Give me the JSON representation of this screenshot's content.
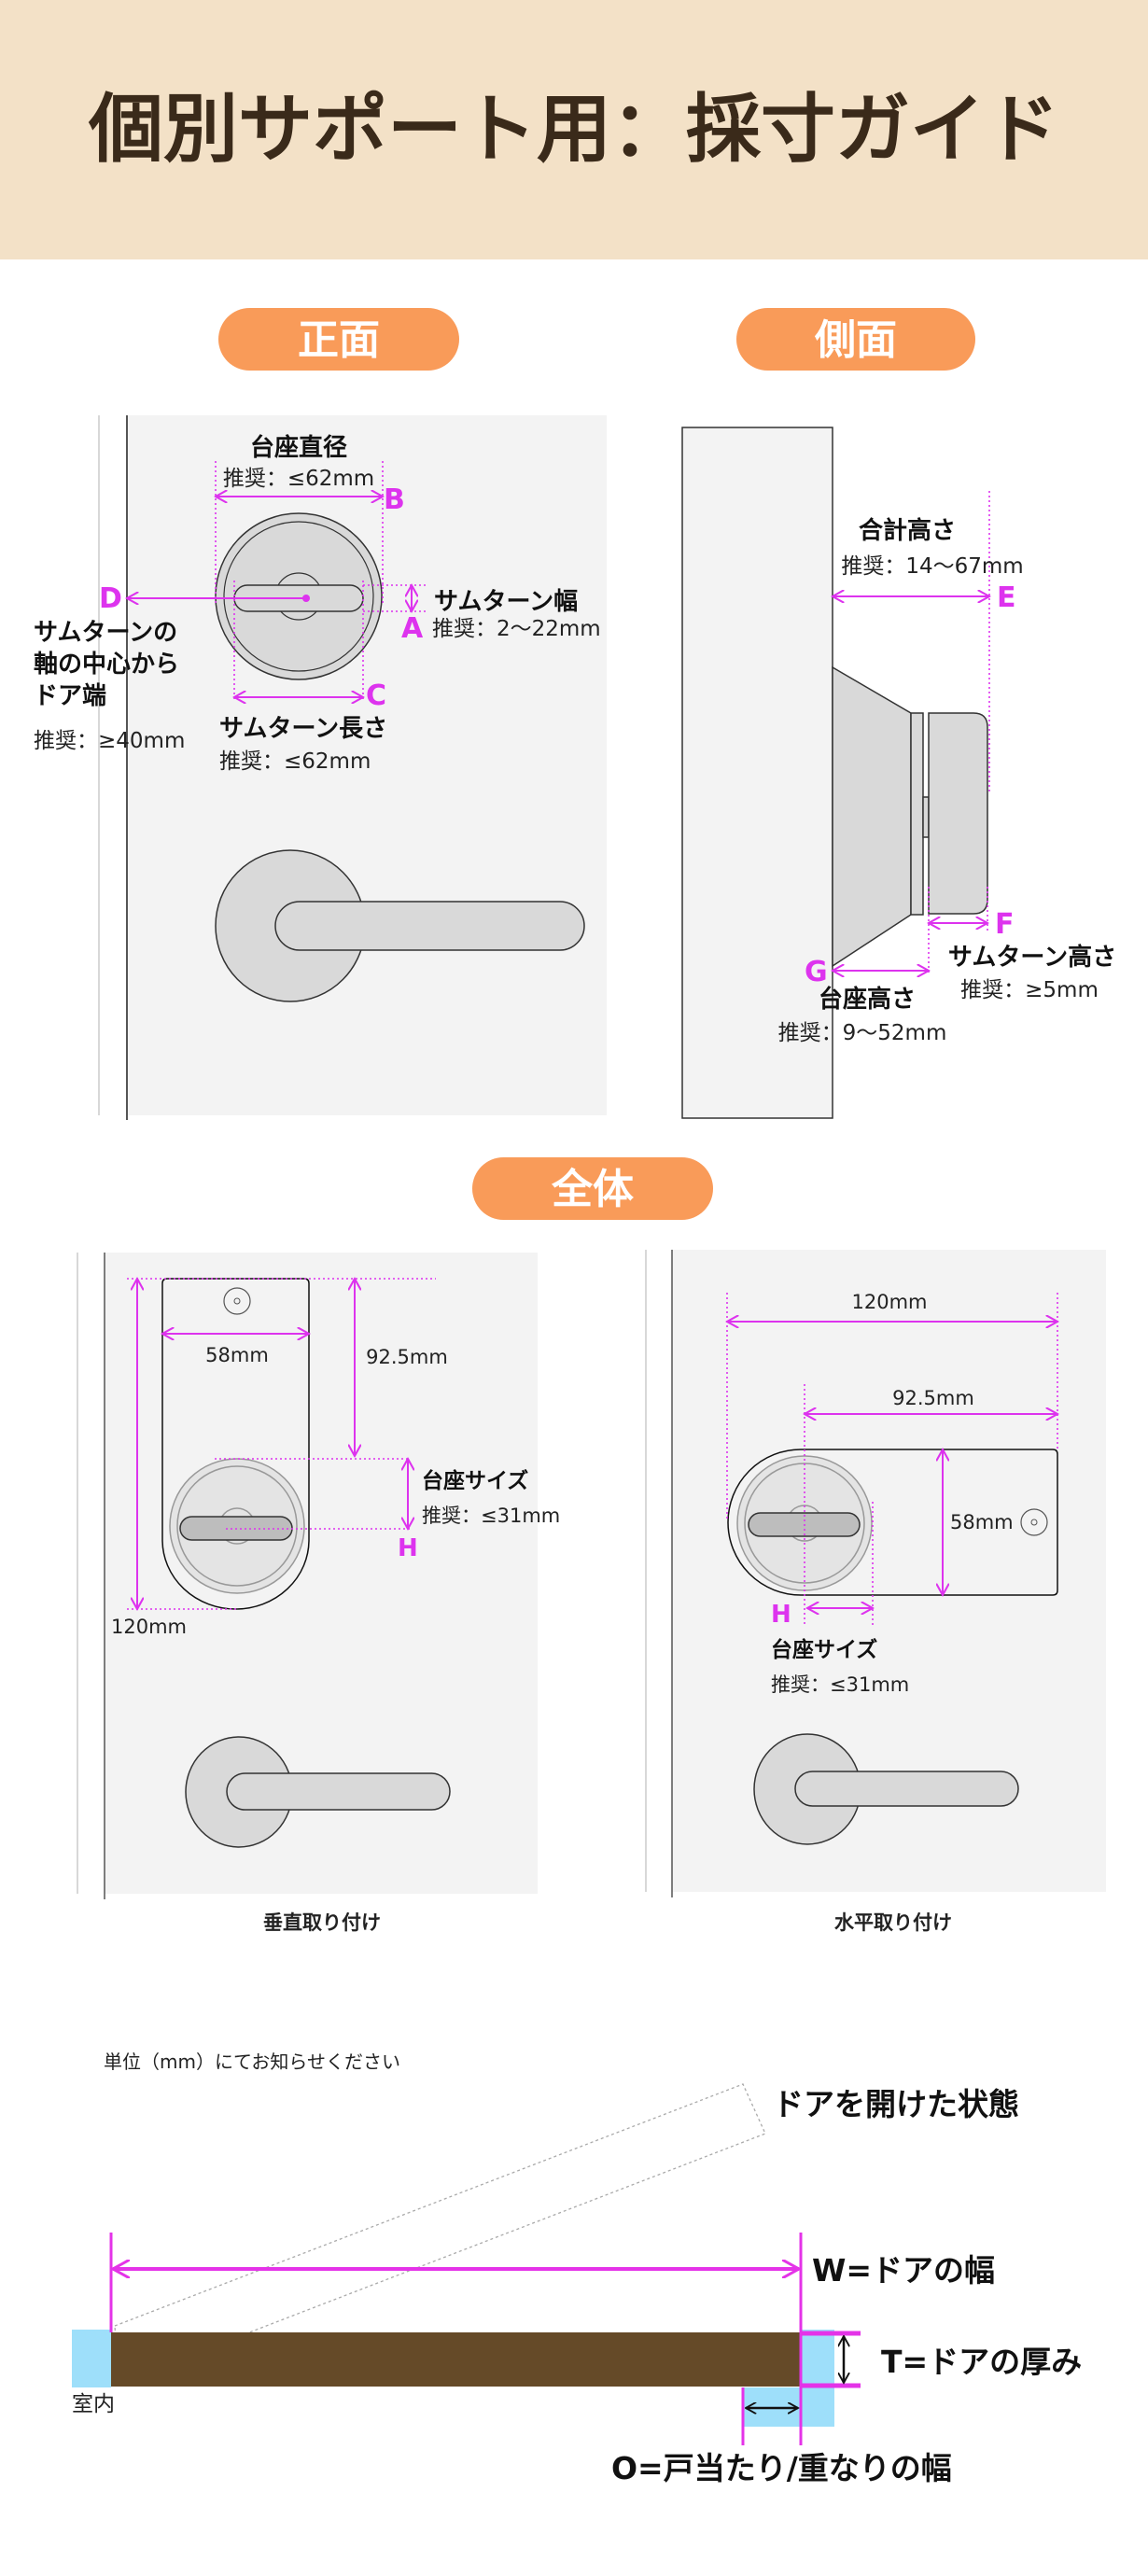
{
  "header": {
    "title": "個別サポート用：採寸ガイド"
  },
  "front": {
    "heading": "正面",
    "base_diameter": {
      "title": "台座直径",
      "rec": "推奨：≤62mm",
      "letter": "B"
    },
    "thumbturn_width": {
      "title": "サムターン幅",
      "rec": "推奨：2〜22mm",
      "letter": "A"
    },
    "thumbturn_length": {
      "title": "サムターン長さ",
      "rec": "推奨：≤62mm",
      "letter": "C"
    },
    "door_edge": {
      "title_lines": [
        "サムターンの",
        "軸の中心から",
        "ドア端"
      ],
      "rec": "推奨：≥40mm",
      "letter": "D"
    }
  },
  "side": {
    "heading": "側面",
    "total_height": {
      "title": "合計高さ",
      "rec": "推奨：14〜67mm",
      "letter": "E"
    },
    "thumbturn_height": {
      "title": "サムターン高さ",
      "rec": "推奨：≥5mm",
      "letter": "F"
    },
    "base_height": {
      "title": "台座高さ",
      "rec": "推奨：9〜52mm",
      "letter": "G"
    }
  },
  "overall": {
    "heading": "全体",
    "vertical": {
      "caption": "垂直取り付け",
      "width": "58mm",
      "offset": "92.5mm",
      "length": "120mm",
      "base": {
        "title": "台座サイズ",
        "rec": "推奨：≤31mm",
        "letter": "H"
      }
    },
    "horizontal": {
      "caption": "水平取り付け",
      "width": "58mm",
      "offset": "92.5mm",
      "length": "120mm",
      "base": {
        "title": "台座サイズ",
        "rec": "推奨：≤31mm",
        "letter": "H"
      }
    }
  },
  "door": {
    "note": "単位（mm）にてお知らせください",
    "open_state": "ドアを開けた状態",
    "width_label": "W=ドアの幅",
    "thickness_label": "T=ドアの厚み",
    "overlap_label": "O=戸当たり/重なりの幅",
    "indoor_label": "室内"
  },
  "colors": {
    "header_bg": "#f3e1c7",
    "pill": "#f99b59",
    "measure": "#dd33ee",
    "door": "#654a28",
    "frame": "#9edffa"
  }
}
